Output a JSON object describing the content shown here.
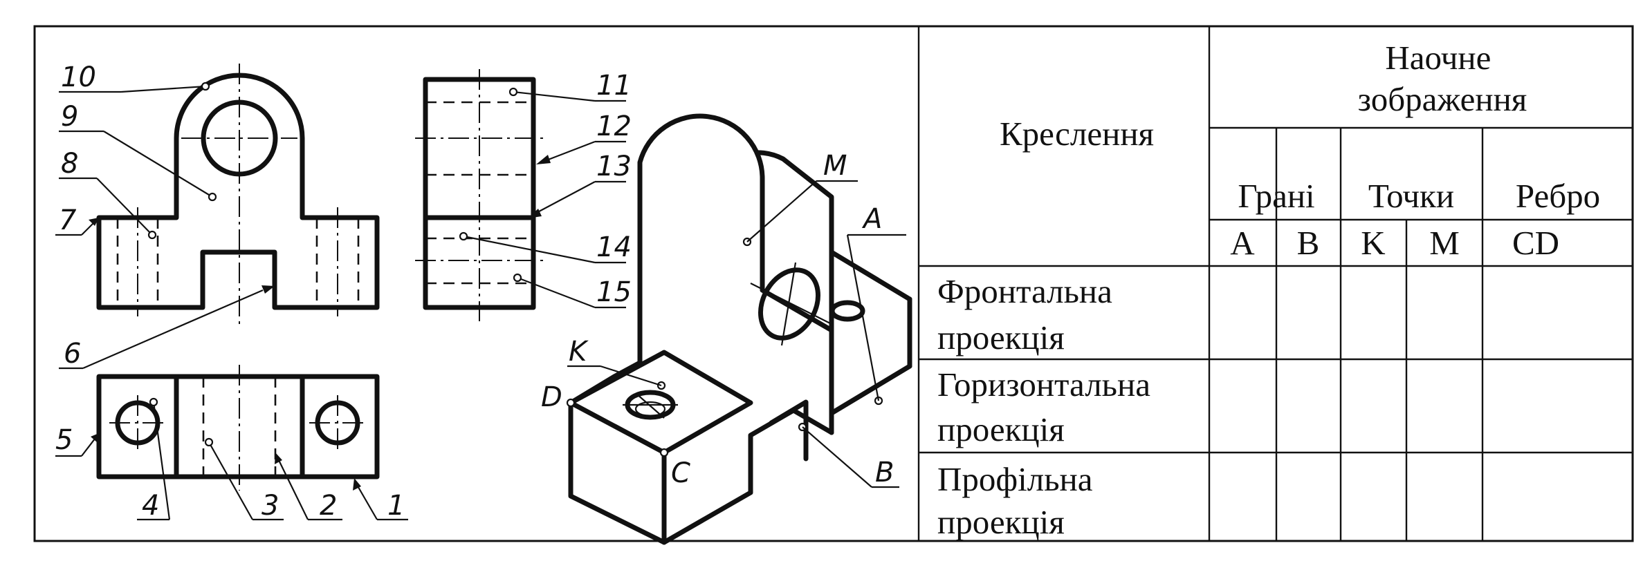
{
  "drawing": {
    "view_labels": [
      "1",
      "2",
      "3",
      "4",
      "5",
      "6",
      "7",
      "8",
      "9",
      "10",
      "11",
      "12",
      "13",
      "14",
      "15"
    ],
    "iso_labels": {
      "M": "M",
      "A": "A",
      "K": "K",
      "D": "D",
      "C": "C",
      "B": "B"
    }
  },
  "table": {
    "header_left": "Креслення",
    "header_top": "Наочне зображення",
    "groups": [
      "Грані",
      "Точки",
      "Ребро"
    ],
    "columns": [
      "A",
      "B",
      "K",
      "M",
      "CD"
    ],
    "rows": [
      {
        "line1": "Фронтальна",
        "line2": "проекція"
      },
      {
        "line1": "Горизонтальна",
        "line2": "проекція"
      },
      {
        "line1": "Профільна",
        "line2": "проекція"
      }
    ]
  }
}
